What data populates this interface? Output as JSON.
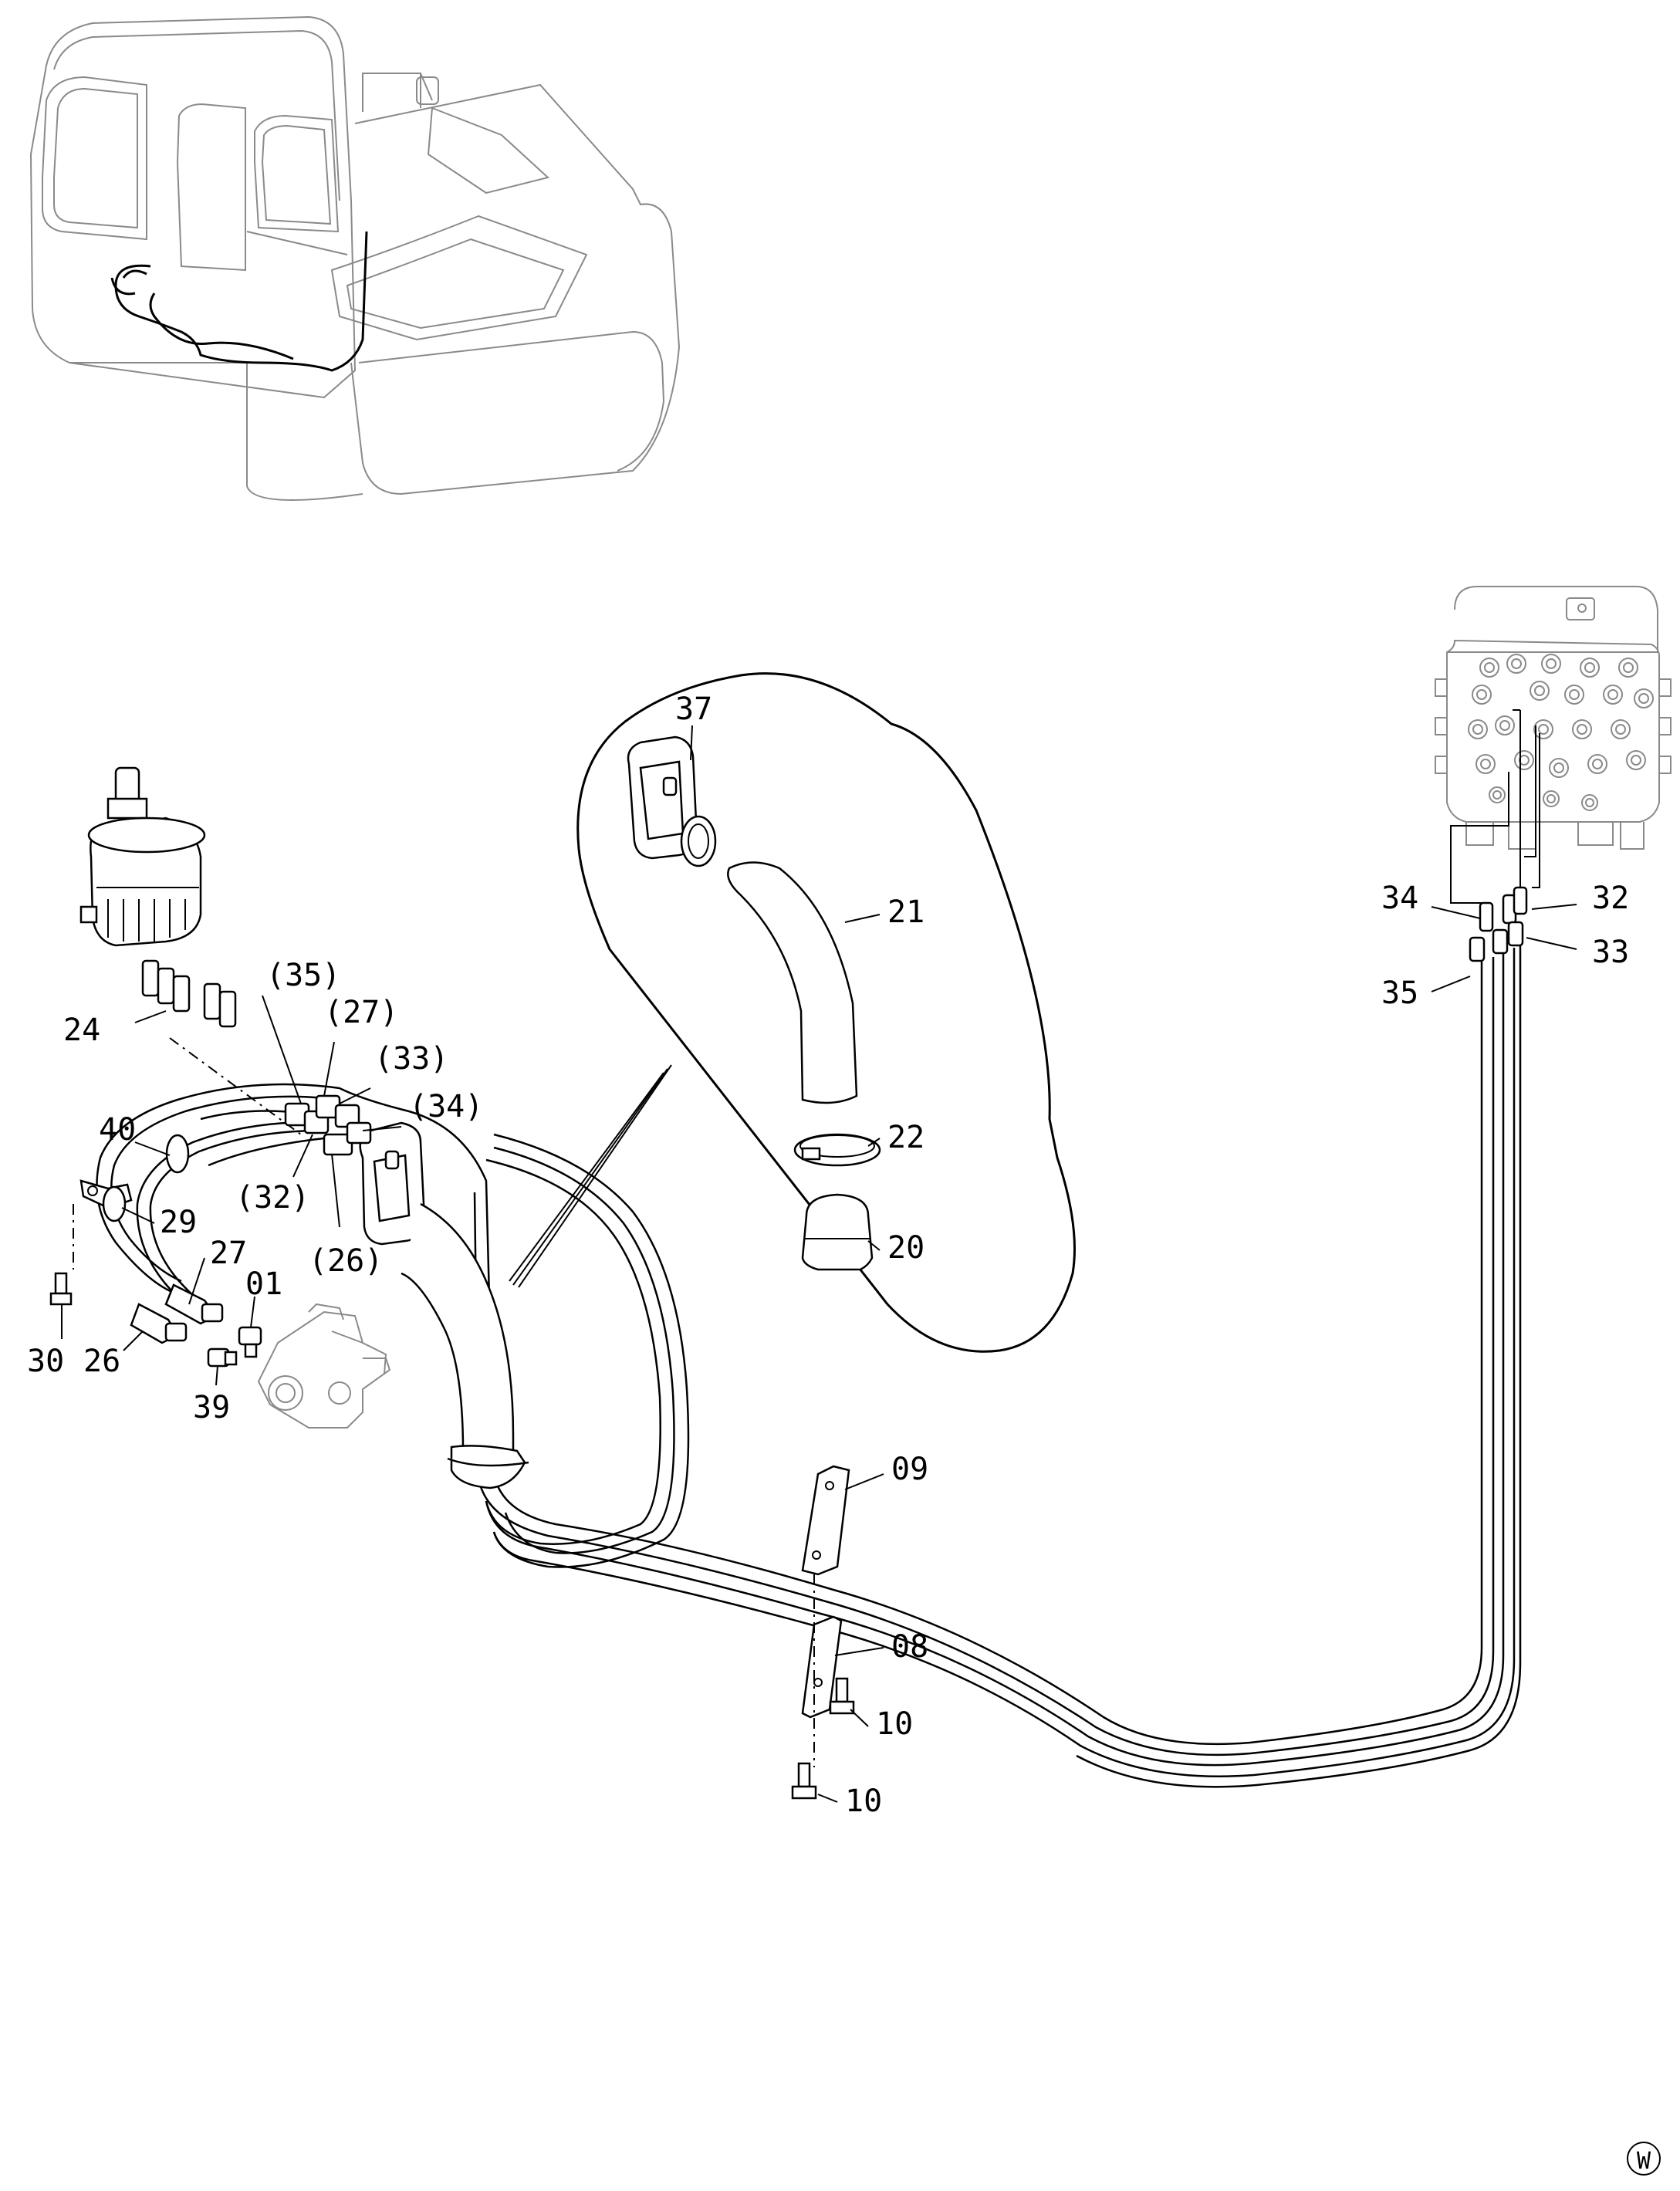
{
  "callouts": {
    "c01": "01",
    "c08": "08",
    "c09": "09",
    "c10a": "10",
    "c10b": "10",
    "c20": "20",
    "c21": "21",
    "c22": "22",
    "c24": "24",
    "c26": "26",
    "c26p": "(26)",
    "c27": "27",
    "c27p": "(27)",
    "c29": "29",
    "c30": "30",
    "c32": "32",
    "c32p": "(32)",
    "c33": "33",
    "c33p": "(33)",
    "c34": "34",
    "c34p": "(34)",
    "c35": "35",
    "c35p": "(35)",
    "c37": "37",
    "c39": "39",
    "c40": "40"
  },
  "corner_mark": "W"
}
